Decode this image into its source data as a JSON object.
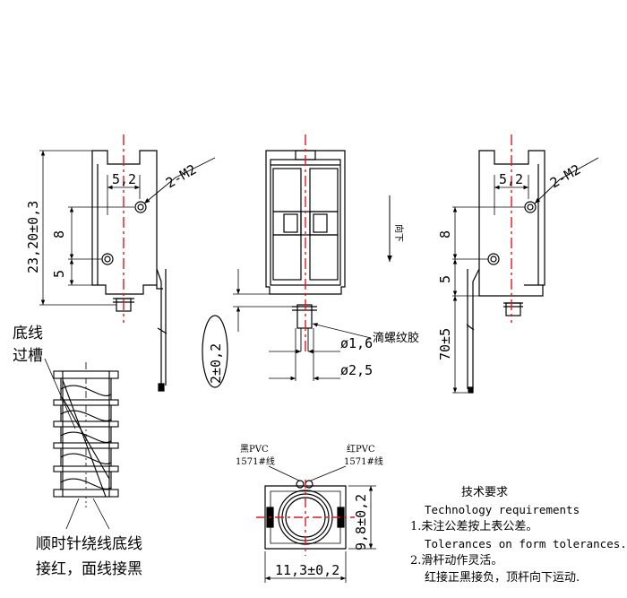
{
  "views": {
    "left": {
      "hole_spacing": "5,2",
      "hole_callout": "2-M2",
      "vertical_8": "8",
      "vertical_5": "5",
      "overall_height": "23,20±0,3"
    },
    "center": {
      "direction_label": "向下",
      "thread_glue": "滴螺纹胶",
      "shaft_small_dia": "ø1,6",
      "shaft_large_dia": "ø2,5",
      "shaft_length": "2±0,2"
    },
    "right": {
      "hole_spacing": "5,2",
      "hole_callout": "2-M2",
      "vertical_8": "8",
      "vertical_5": "5",
      "lead_length": "70±5"
    },
    "bottom": {
      "black_wire": "黑PVC",
      "black_wire_spec": "1571#线",
      "red_wire": "红PVC",
      "red_wire_spec": "1571#线",
      "width": "11,3±0,2",
      "height": "9,8±0,2"
    },
    "coil": {
      "label_line1": "底线",
      "label_line2": "过槽",
      "note_line1": "顺时针绕线底线",
      "note_line2": "接红，面线接黑"
    }
  },
  "notes": {
    "title": "技术要求",
    "title_en": "Technology  requirements",
    "item1_cn": "1.未注公差按上表公差。",
    "item1_en": "Tolerances on form tolerances.",
    "item2_cn": "2.滑杆动作灵活。",
    "item2_cn_b": "红接正黑接负，顶杆向下运动."
  },
  "colors": {
    "line": "#000000",
    "centerline": "#e0141e",
    "background": "#ffffff"
  }
}
